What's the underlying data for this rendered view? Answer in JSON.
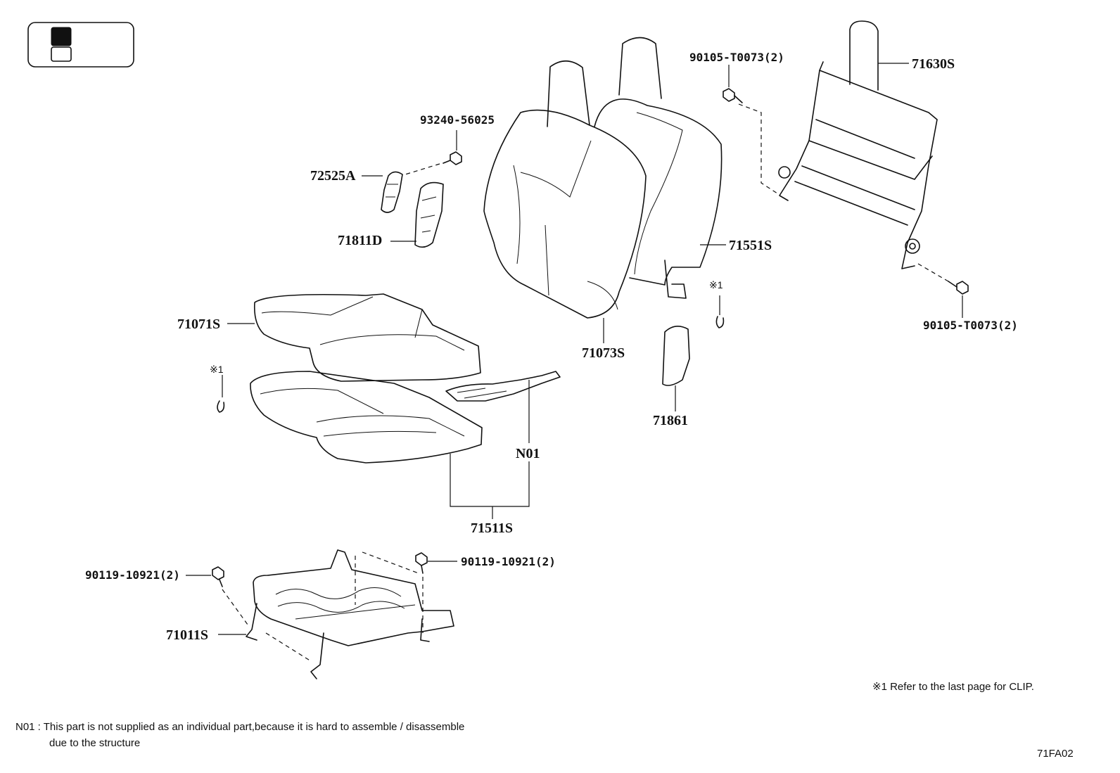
{
  "diagram_code": "71FA02",
  "labels": {
    "p71630S": "71630S",
    "p90105_top": "90105-T0073(2)",
    "p90105_bot": "90105-T0073(2)",
    "p93240": "93240-56025",
    "p72525A": "72525A",
    "p71811D": "71811D",
    "p71551S": "71551S",
    "p71073S": "71073S",
    "p71071S": "71071S",
    "p71861": "71861",
    "pN01": "N01",
    "p71511S": "71511S",
    "p90119_left": "90119-10921(2)",
    "p90119_right": "90119-10921(2)",
    "p71011S": "71011S",
    "clip_mark_1": "※1",
    "clip_mark_2": "※1"
  },
  "notes": {
    "clip_note": "※1  Refer to the last page for CLIP.",
    "n01_line1": "N01 : This part is not supplied as an individual part,because it is hard to assemble / disassemble",
    "n01_line2": "due to the structure"
  }
}
